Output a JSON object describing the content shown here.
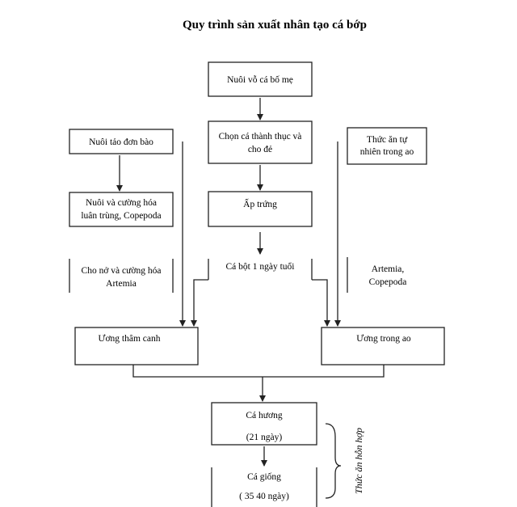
{
  "title": "Quy trình sản xuất nhân tạo cá bớp",
  "boxes": {
    "nuoi_vo": "Nuôi vỗ cá bố mẹ",
    "chon_ca_1": "Chọn cá thành thục và",
    "chon_ca_2": "cho đẻ",
    "ap_trung": "Ấp trứng",
    "ca_bot": "Cá bột 1 ngày tuổi",
    "nuoi_tao": "Nuôi tảo đơn bào",
    "luan_trung_1": "Nuôi và cường hóa",
    "luan_trung_2": "luân trùng, Copepoda",
    "artemia_left_1": "Cho nở và cường hóa",
    "artemia_left_2": "Artemia",
    "thuc_an_1": "Thức ăn tự",
    "thuc_an_2": "nhiên trong ao",
    "artemia_right_1": "Artemia,",
    "artemia_right_2": "Copepoda",
    "uong_tham_canh": "Ương thâm canh",
    "uong_trong_ao": "Ương trong ao",
    "ca_huong": "Cá hương",
    "ca_huong_days": "(21 ngày)",
    "ca_giong": "Cá giống",
    "ca_giong_days": "( 35   40 ngày)"
  },
  "side_label": "Thức ăn hỗn hợp"
}
